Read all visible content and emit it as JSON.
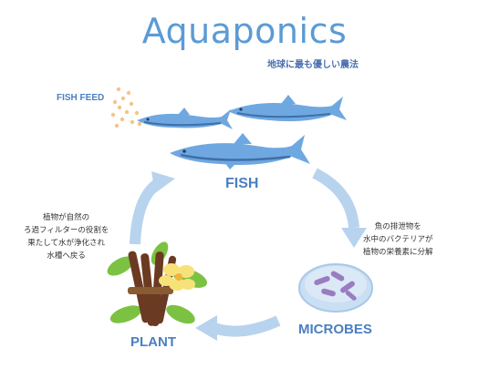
{
  "title": "Aquaponics",
  "subtitle": "地球に最も優しい農法",
  "labels": {
    "fish_feed": "FISH FEED",
    "fish": "FISH",
    "plant": "PLANT",
    "microbes": "MICROBES"
  },
  "notes": {
    "plant": [
      "植物が自然の",
      "ろ過フィルターの役割を",
      "果たして水が浄化され",
      "水槽へ戻る"
    ],
    "microbes": [
      "魚の排泄物を",
      "水中のバクテリアが",
      "植物の栄養素に分解"
    ]
  },
  "colors": {
    "title": "#5b9bd5",
    "label": "#4a7fc1",
    "arrow": "#b7d3ee",
    "fish_body": "#6fa8e0",
    "fish_dark": "#3f6fa8",
    "feed": "#f5c48a",
    "vanilla": "#6b3a22",
    "leaf": "#7cc242",
    "flower": "#f7e27a",
    "dish": "#c9dff3",
    "microbe": "#9a7cc0"
  },
  "icons": [
    "fish-icon",
    "fish-feed-icon",
    "cycle-arrow-icon",
    "vanilla-plant-icon",
    "microbes-dish-icon"
  ]
}
